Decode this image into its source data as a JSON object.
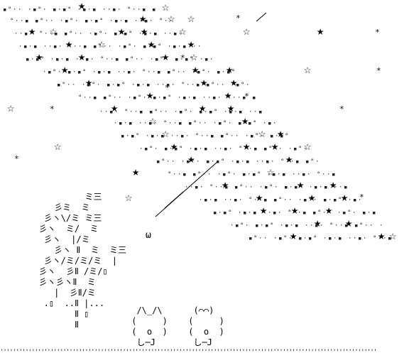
{
  "glyphs": {
    "filled_star": "★",
    "outline_star": "☆",
    "asterisk": "*",
    "dot": "·",
    "square": "▪",
    "circle": "°"
  },
  "caption": "ω",
  "ground": "''''''''''''''''''''''''''''''''''''''''''''''''''''''''''''''''''''''''''''''''''''''''''''''''''''''''''''''''''''''''",
  "cat_art": "  /\\_/\\\n (     )\n (  o  )\n  し─J",
  "bear_art": "  (⌒⌒)\n (     )\n (  o  )\n  し─J",
  "bamboo_art": "           ミ三\n     彡ミ  ミ\n   彡ヽ\\/ミ ミ三\n  彡ヽ  ミ/  ミ\n   彡ヽ  |/ミ\n     彡ヽ Ⅱ  ミ  ミ三\n   彡ヽ/ミ/ミ/ミ  |\n  彡ヽ  彡Ⅱ /ミ/▯\n  彡ヽ彡ヽⅡ  ミ\n     |  彡Ⅱ/ミ\n   .▯  ..Ⅱ |...\n         Ⅱ ▯\n         Ⅱ"
}
